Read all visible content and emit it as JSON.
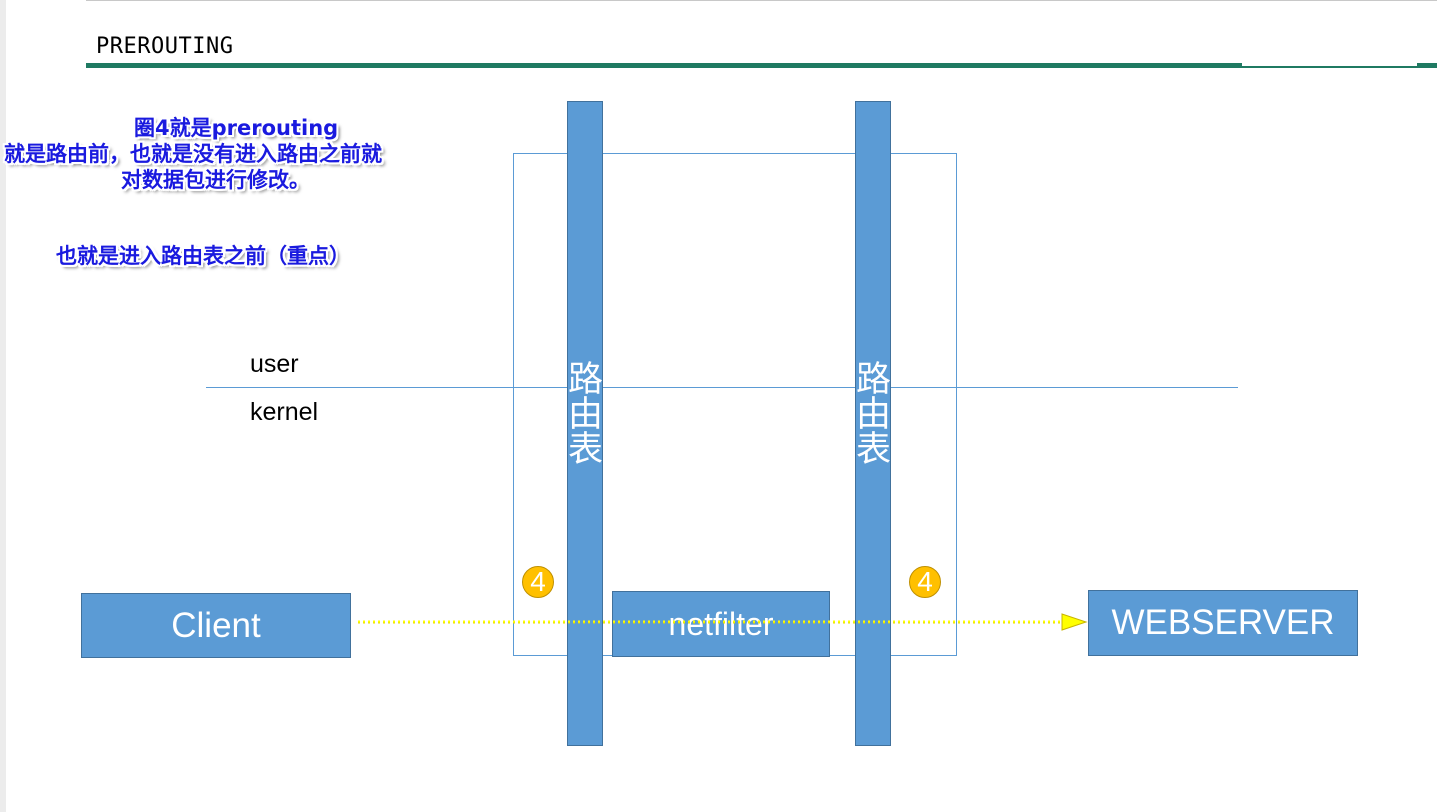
{
  "slide": {
    "title": "PREROUTING",
    "accent_color": "#1f7a62"
  },
  "annotations": {
    "lines": [
      "圈4就是prerouting",
      "就是路由前，也就是没有进入路由之前就",
      "对数据包进行修改。"
    ],
    "emphasis": "也就是进入路由表之前（重点）",
    "color": "#1a1adf"
  },
  "regions": {
    "user": "user",
    "kernel": "kernel"
  },
  "route_tables": [
    {
      "label": "路由表"
    },
    {
      "label": "路由表"
    }
  ],
  "nodes": {
    "client": "Client",
    "netfilter": "netfilter",
    "webserver": "WEBSERVER"
  },
  "badges": [
    "4",
    "4"
  ],
  "colors": {
    "box_fill": "#5b9bd5",
    "box_border": "#41719c",
    "badge_fill": "#ffc000",
    "arrow": "#ffff00"
  },
  "arrow": {
    "from": "Client",
    "to": "WEBSERVER",
    "style": "dotted"
  }
}
